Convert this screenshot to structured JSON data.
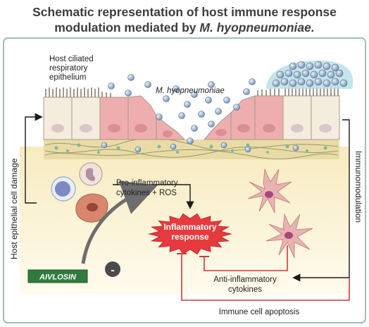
{
  "title": {
    "line1": "Schematic representation of host immune response",
    "line2_prefix": "modulation mediated by ",
    "line2_italic": "M. hyopneumoniae."
  },
  "labels": {
    "epithelium_line1": "Host ciliated",
    "epithelium_line2": "respiratory",
    "epithelium_line3": "epithelium",
    "pathogen": "M. hyopneumoniae",
    "left_side": "Host epithelial cell damage",
    "right_side": "Immunomodulation",
    "proinflam_line1": "Pro-inflammatory",
    "proinflam_line2": "cytokines + ROS",
    "inflam_line1": "Inflammatory",
    "inflam_line2": "response",
    "antiinflam_line1": "Anti-inflammatory",
    "antiinflam_line2": "cytokines",
    "apoptosis": "Immune cell apoptosis",
    "brand_logo": "AIVLOSIN",
    "inhibit_sign": "-"
  },
  "colors": {
    "frame": "#a3bdb6",
    "title_text": "#3d3d3d",
    "cell_fill": "#f4ecdd",
    "damaged_cell_fill": "#eeaeb0",
    "nucleus": "#d9c6c6",
    "lamina": "#eadba6",
    "tissue": "#fbf3d3",
    "pathogen": "#8fa7c2",
    "starburst": "#e63a3f",
    "inhibit_line": "#d1373c",
    "arrow": "#1a1a1a",
    "brand_green": "#2f7b3f"
  }
}
